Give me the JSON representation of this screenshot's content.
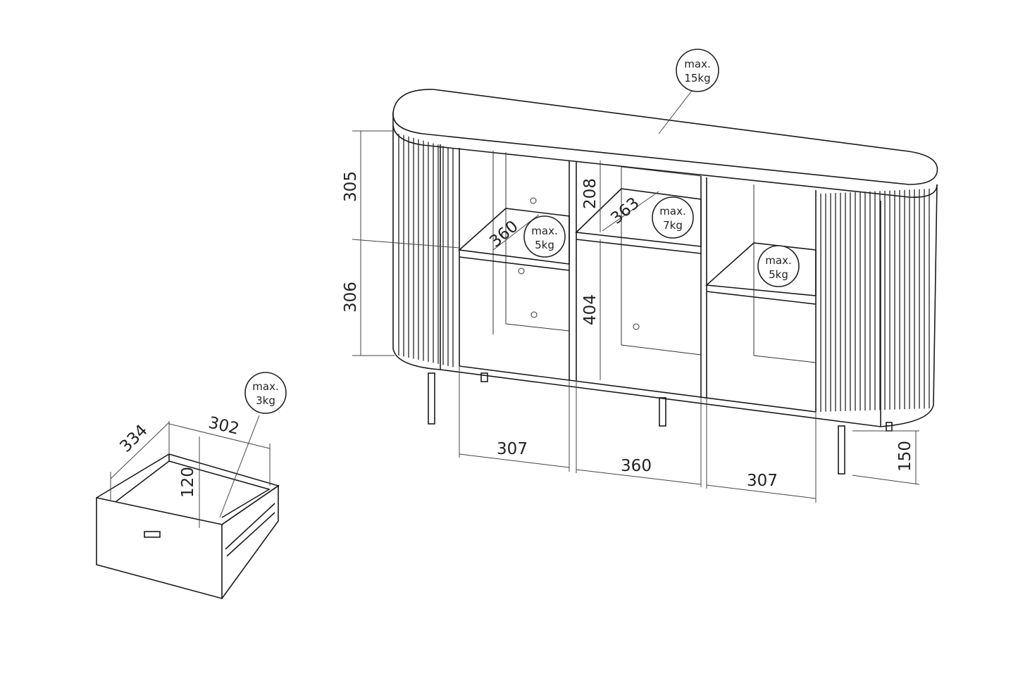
{
  "sideboard": {
    "top_load": {
      "line1": "max.",
      "line2": "15kg"
    },
    "shelf_left_load": {
      "line1": "max.",
      "line2": "5kg"
    },
    "shelf_middle_load": {
      "line1": "max.",
      "line2": "7kg"
    },
    "shelf_right_load": {
      "line1": "max.",
      "line2": "5kg"
    },
    "height_upper": "305",
    "height_lower": "306",
    "middle_upper_height": "208",
    "middle_lower_height": "404",
    "left_shelf_depth": "360",
    "middle_shelf_depth": "363",
    "width_left": "307",
    "width_middle": "360",
    "width_right": "307",
    "leg_height": "150"
  },
  "drawer": {
    "load": {
      "line1": "max.",
      "line2": "3kg"
    },
    "depth": "334",
    "width": "302",
    "height": "120"
  }
}
